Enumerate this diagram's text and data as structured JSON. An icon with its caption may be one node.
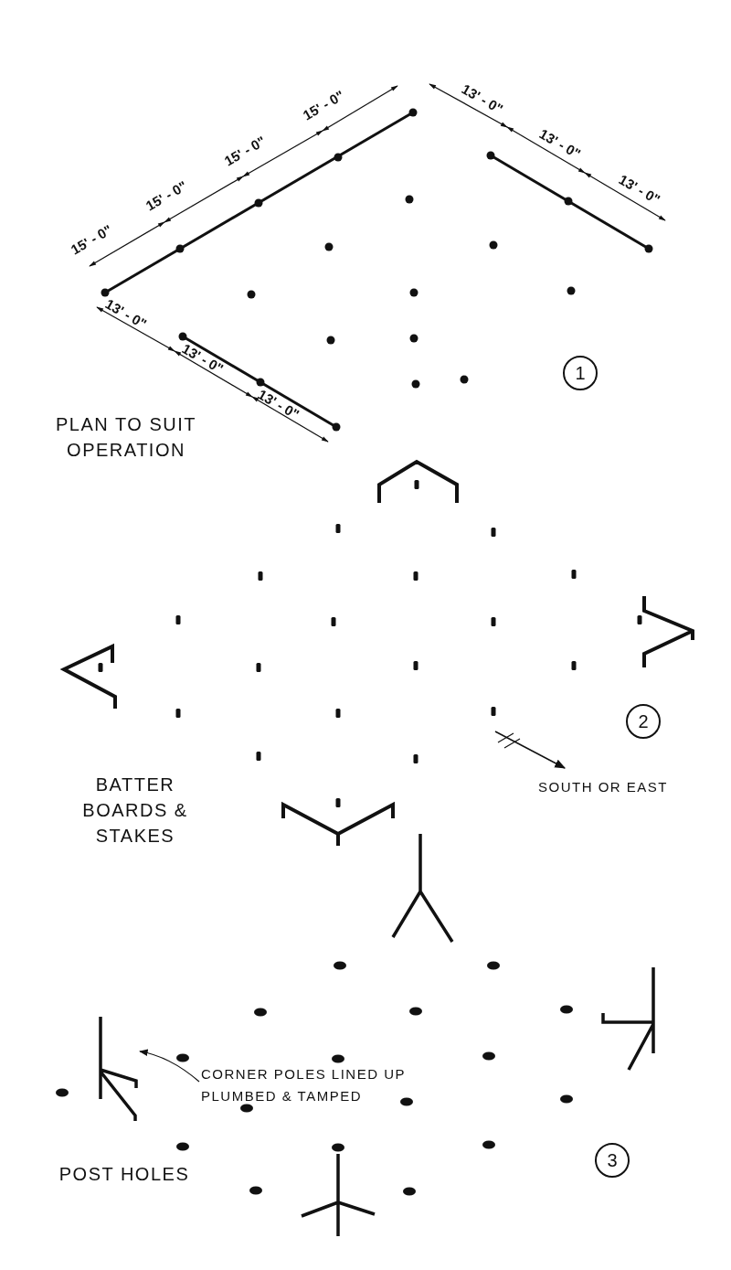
{
  "diagram": {
    "nodes": [
      {
        "text": [
          "CORNER POLES LINED UP PLUMBED & TAMPED"
        ]
      },
      {
        "text": [],
        "shape": "picture"
      }
    ],
    "edges": [
      {
        "from": 0,
        "to": 1,
        "arrow": "to"
      }
    ],
    "labels": [
      "15' - 0\"",
      "15' - 0\"",
      "15' - 0\"",
      "15' - 0\"",
      "13' - 0\"",
      "13' - 0\"",
      "13' - 0\"",
      "13' - 0\"",
      "13' - 0\"",
      "13' - 0\"",
      "1",
      "PLAN TO SUIT OPERATION",
      "2",
      "SOUTH OR EAST",
      "BATTER BOARDS & STAKES",
      "3",
      "POST HOLES"
    ]
  }
}
